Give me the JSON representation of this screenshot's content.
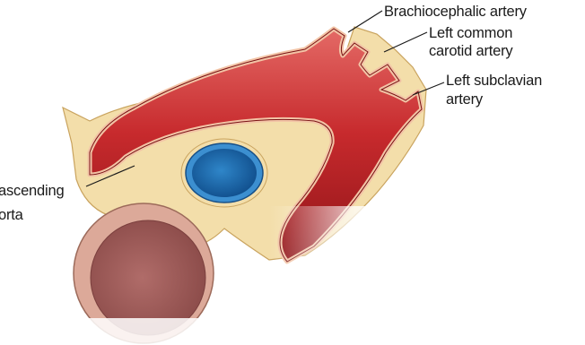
{
  "labels": {
    "brachiocephalic": "Brachiocephalic artery",
    "left_common_line1": "Left common",
    "left_common_line2": "carotid artery",
    "left_subclavian_line1": "Left subclavian",
    "left_subclavian_line2": "artery",
    "ascending_line1": "ascending",
    "ascending_line2": "orta"
  },
  "colors": {
    "tissue": "#f3deaa",
    "tissue_outline": "#c9a35e",
    "aorta_dark": "#b31f24",
    "aorta_light": "#e0585a",
    "aorta_wall": "#f2c4a6",
    "vein_blue": "#1f6fb0",
    "vein_ring": "#3c8fd0",
    "trachea_fill": "#a8605e",
    "trachea_ring": "#dca999"
  }
}
